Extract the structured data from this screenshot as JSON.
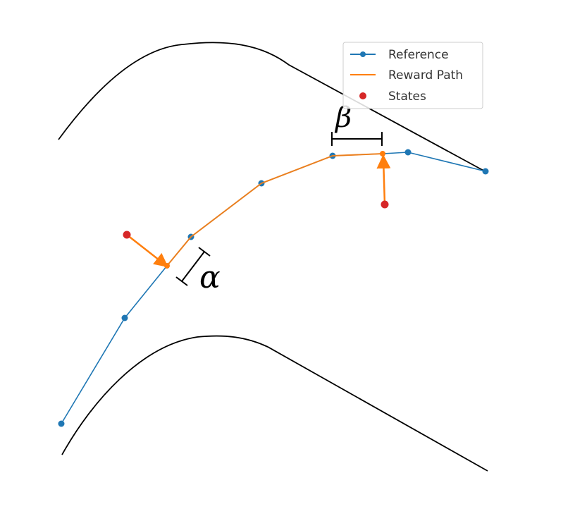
{
  "legend": {
    "items": [
      {
        "label": "Reference",
        "color": "#1f77b4",
        "kind": "line-marker"
      },
      {
        "label": "Reward Path",
        "color": "#ff7f0e",
        "kind": "line"
      },
      {
        "label": "States",
        "color": "#d62728",
        "kind": "marker"
      }
    ]
  },
  "annotations": {
    "alpha": "α",
    "beta": "β"
  },
  "colors": {
    "boundary": "#000000",
    "reference": "#1f77b4",
    "reward_path": "#ff7f0e",
    "states": "#d62728"
  }
}
